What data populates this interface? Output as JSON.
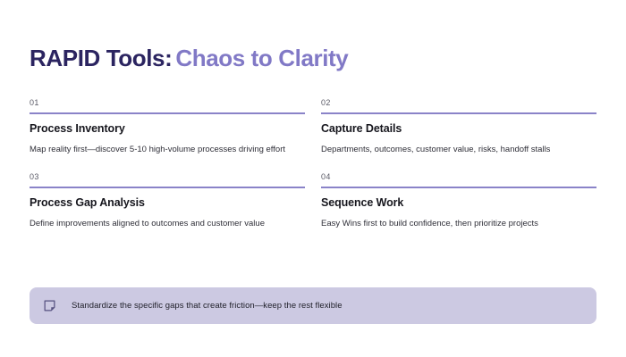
{
  "header": {
    "title_main": "RAPID Tools:",
    "title_accent": "Chaos to Clarity",
    "accent_color": "#8179c6",
    "main_color": "#2b2460"
  },
  "steps": [
    {
      "number": "01",
      "title": "Process Inventory",
      "description": "Map reality first—discover 5-10 high-volume processes driving effort"
    },
    {
      "number": "02",
      "title": "Capture Details",
      "description": "Departments, outcomes, customer value, risks, handoff stalls"
    },
    {
      "number": "03",
      "title": "Process Gap Analysis",
      "description": "Define improvements aligned to outcomes and customer value"
    },
    {
      "number": "04",
      "title": "Sequence Work",
      "description": "Easy Wins first to build confidence, then prioritize projects"
    }
  ],
  "callout": {
    "icon": "note-folded-corner-icon",
    "text": "Standardize the specific gaps that create friction—keep the rest flexible",
    "background_color": "#ccc9e2",
    "icon_color": "#55507f"
  },
  "divider_color": "#8a83c8"
}
